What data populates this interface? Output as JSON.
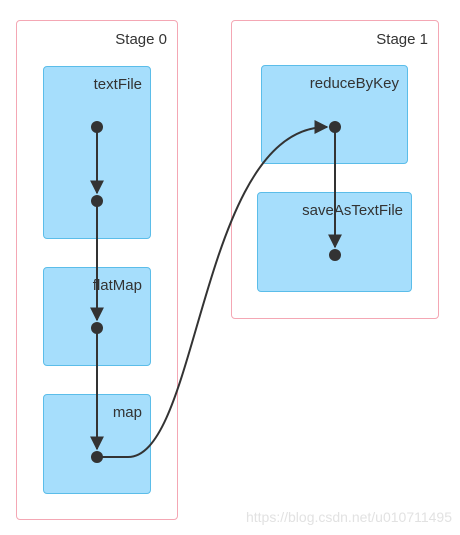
{
  "stages": [
    {
      "label": "Stage 0"
    },
    {
      "label": "Stage 1"
    }
  ],
  "operations": [
    {
      "label": "textFile"
    },
    {
      "label": "flatMap"
    },
    {
      "label": "map"
    },
    {
      "label": "reduceByKey"
    },
    {
      "label": "saveAsTextFile"
    }
  ],
  "watermark": "https://blog.csdn.net/u010711495",
  "colors": {
    "stage_border": "#f4a7b4",
    "operation_fill": "#a6defc",
    "operation_border": "#5bbde9",
    "edge": "#333333"
  }
}
